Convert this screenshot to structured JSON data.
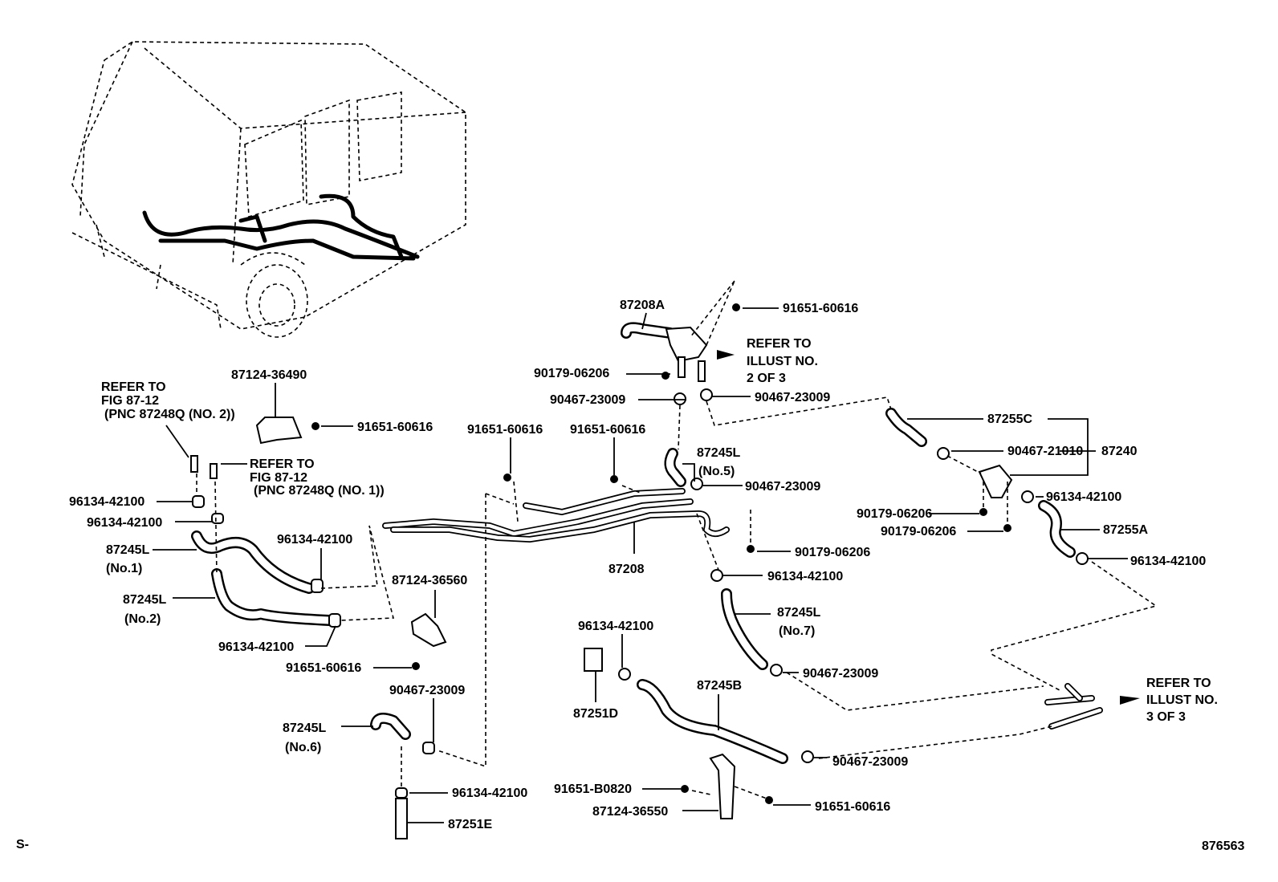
{
  "diagram": {
    "labels": [
      "87208A",
      "91651-60616",
      "REFER TO",
      "ILLUST NO.",
      "2 OF 3",
      "90179-06206",
      "90467-23009",
      "90467-23009",
      "87124-36490",
      "REFER TO",
      "FIG 87-12",
      "(PNC 87248Q (NO. 2))",
      "91651-60616",
      "91651-60616",
      "91651-60616",
      "87245L",
      "(No.5)",
      "87255C",
      "90467-21010",
      "87240",
      "REFER TO",
      "FIG 87-12",
      "(PNC 87248Q (NO. 1))",
      "90467-23009",
      "96134-42100",
      "96134-42100",
      "96134-42100",
      "90179-06206",
      "90179-06206",
      "87255A",
      "87245L",
      "(No.1)",
      "96134-42100",
      "90179-06206",
      "87208",
      "96134-42100",
      "87124-36560",
      "96134-42100",
      "87245L",
      "(No.2)",
      "87245L",
      "(No.7)",
      "96134-42100",
      "96134-42100",
      "91651-60616",
      "90467-23009",
      "REFER TO",
      "ILLUST NO.",
      "3 OF 3",
      "87245B",
      "90467-23009",
      "87251D",
      "87245L",
      "(No.6)",
      "90467-23009",
      "91651-B0820",
      "96134-42100",
      "91651-60616",
      "87124-36550",
      "87251E",
      "S-",
      "876563"
    ]
  }
}
